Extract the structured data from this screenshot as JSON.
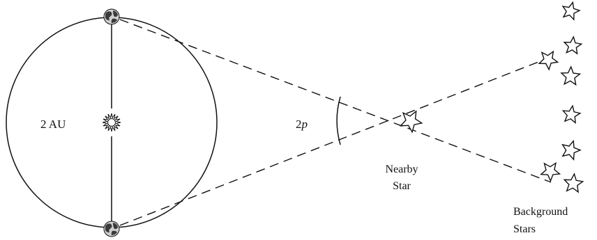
{
  "labels": {
    "orbit_diameter": "2 AU",
    "parallax_prefix": "2",
    "parallax_symbol": "p",
    "nearby_line1": "Nearby",
    "nearby_line2": "Star",
    "background_line1": "Background",
    "background_line2": "Stars"
  },
  "icons": {
    "sun": "sun-icon",
    "earth": "earth-globe-icon",
    "star": "star-outline-icon"
  },
  "colors": {
    "ink": "#111111",
    "earth_land": "#3a3a3a",
    "earth_ocean": "#cfcfcf"
  }
}
